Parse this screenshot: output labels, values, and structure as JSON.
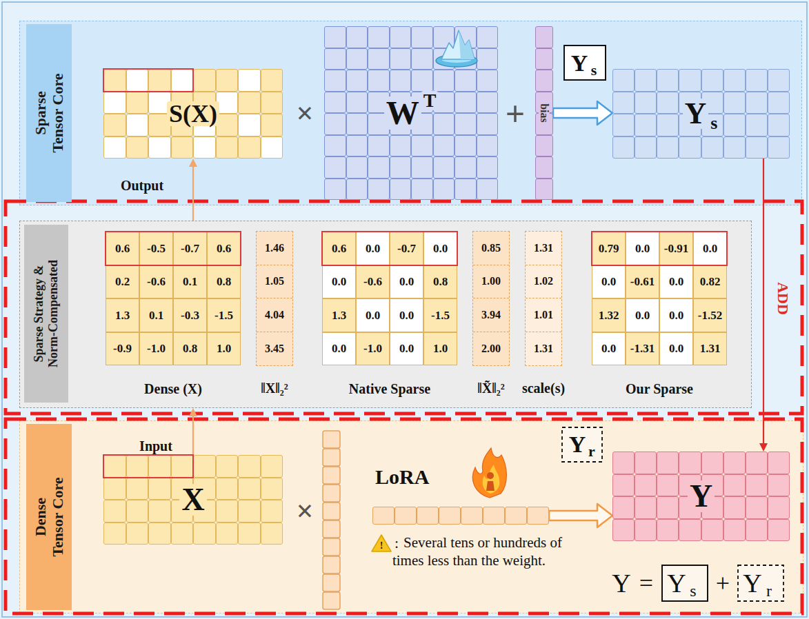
{
  "diagram": {
    "nodes": [
      {
        "text": [
          "Sparse Tensor Core"
        ]
      },
      {
        "text": [
          "S(X)"
        ],
        "in": 0
      },
      {
        "text": [
          "W",
          "T"
        ],
        "in": 0
      },
      {
        "text": [
          "bias"
        ],
        "in": 0
      },
      {
        "text": [
          "Y",
          "s"
        ],
        "in": 0
      },
      {
        "text": [
          "Sparse Strategy & Norm-Compensated"
        ]
      },
      {
        "text": [
          "Dense Tensor Core"
        ]
      },
      {
        "text": [
          "X"
        ],
        "in": 6
      },
      {
        "text": [
          "LoRA"
        ],
        "in": 6
      },
      {
        "text": [
          "Y"
        ],
        "in": 6
      }
    ],
    "edges": [
      {
        "from": 7,
        "to": 5,
        "arrow": "to",
        "label": "Input"
      },
      {
        "from": 5,
        "to": 1,
        "arrow": "to",
        "label": "Output"
      },
      {
        "from": 3,
        "to": 4,
        "arrow": "to"
      },
      {
        "from": 4,
        "to": 9,
        "arrow": "to",
        "label": "ADD"
      },
      {
        "from": 8,
        "to": 9,
        "arrow": "to"
      }
    ],
    "labels": [
      "×",
      "+",
      "Y",
      "s",
      "×",
      "Y",
      "r",
      "!",
      ":",
      "Several tens or hundreds of times less than the weight.",
      "Y",
      "=",
      "Y",
      "s",
      "+",
      "Y",
      "r",
      "0.6",
      "-0.5",
      "-0.7",
      "0.6",
      "0.2",
      "-0.6",
      "0.1",
      "0.8",
      "1.3",
      "0.1",
      "-0.3",
      "-1.5",
      "-0.9",
      "-1.0",
      "0.8",
      "1.0",
      "Dense (X)",
      "1.46",
      "1.05",
      "4.04",
      "3.45",
      "‖X‖₂²",
      "0.6",
      "0.0",
      "-0.7",
      "0.0",
      "0.0",
      "-0.6",
      "0.0",
      "0.8",
      "1.3",
      "0.0",
      "0.0",
      "-1.5",
      "0.0",
      "-1.0",
      "0.0",
      "1.0",
      "Native Sparse",
      "0.85",
      "1.00",
      "3.94",
      "2.00",
      "‖X̃‖₂²",
      "1.31",
      "1.02",
      "1.01",
      "1.31",
      "scale(s)",
      "0.79",
      "0.0",
      "-0.91",
      "0.0",
      "0.0",
      "-0.61",
      "0.0",
      "0.82",
      "1.32",
      "0.0",
      "0.0",
      "-1.52",
      "0.0",
      "-1.31",
      "0.0",
      "1.31",
      "Our Sparse"
    ]
  }
}
